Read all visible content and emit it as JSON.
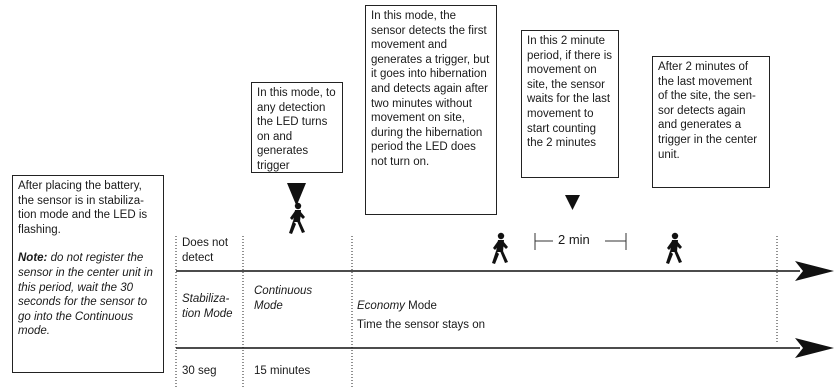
{
  "callouts": {
    "placing": {
      "text": "After placing the battery, the sensor is in stabiliza-tion mode and the LED is flashing.",
      "note_label": "Note:",
      "note_text": " do not register the sensor in the center unit in this period, wait the 30 seconds for the sensor to go into the Continuous mode."
    },
    "continuous": "In this mode, to any detection the LED turns on and generates trigger",
    "economy": "In this mode, the sensor detects the first movement and generates a trigger, but it goes into hibernation and detects again after two minutes without movement on site, during the hibernation period the LED does not turn on.",
    "two_minute": "In this 2 minute period, if there is movement on site, the sensor waits for the last movement to start counting the 2 minutes",
    "after": "After 2 minutes of the last movement of the site, the sen-sor detects again and generates a trigger in the center unit."
  },
  "timeline": {
    "does_not_detect": "Does not\ndetect",
    "stabilization_mode": "Stabiliza-\ntion Mode",
    "continuous_mode": "Continuous\nMode",
    "economy_mode_italic": "Economy",
    "economy_mode_rest": " Mode",
    "stays_on": "Time the sensor stays on",
    "stab_duration": "30 seg",
    "cont_duration": "15 minutes",
    "interval_label": "2 min"
  },
  "icons": [
    "walking-person-icon",
    "down-arrow-icon",
    "right-arrow-icon"
  ]
}
